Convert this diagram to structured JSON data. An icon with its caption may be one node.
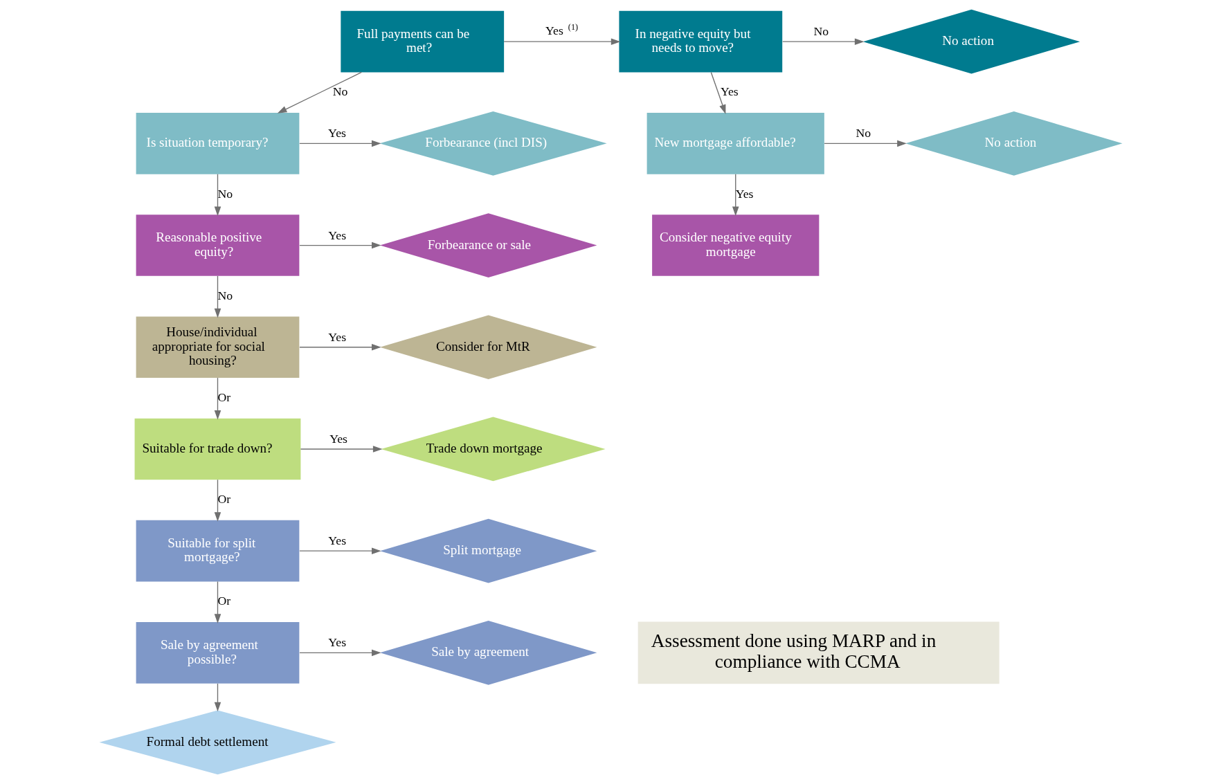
{
  "diagram": {
    "nodes": [
      {
        "text": [
          "Full payments can be met?"
        ]
      },
      {
        "text": [
          "In negative equity but needs to move?"
        ]
      },
      {
        "text": [
          "No action"
        ]
      },
      {
        "text": [
          "Is situation temporary?"
        ]
      },
      {
        "text": [
          "Forbearance (incl DIS)"
        ]
      },
      {
        "text": [
          "New mortgage affordable?"
        ]
      },
      {
        "text": [
          "No action"
        ]
      },
      {
        "text": [
          "Reasonable positive equity?"
        ]
      },
      {
        "text": [
          "Forbearance or sale"
        ]
      },
      {
        "text": [
          "Consider negative equity mortgage"
        ]
      },
      {
        "text": [
          "House/individual appropriate for social housing?"
        ]
      },
      {
        "text": [
          "Consider for MtR"
        ]
      },
      {
        "text": [
          "Suitable for trade down?"
        ]
      },
      {
        "text": [
          "Trade down mortgage"
        ]
      },
      {
        "text": [
          "Suitable for split mortgage?"
        ]
      },
      {
        "text": [
          "Split mortgage"
        ]
      },
      {
        "text": [
          "Sale by agreement possible?"
        ]
      },
      {
        "text": [
          "Sale by agreement"
        ]
      },
      {
        "text": [
          "Formal debt settlement"
        ]
      },
      {
        "text": [
          "Assessment done using MARP and in compliance with CCMA"
        ]
      }
    ],
    "edges": [
      {
        "from": 0,
        "to": 1,
        "arrow": "to",
        "label": "Yes$^{(1)}$"
      },
      {
        "from": 1,
        "to": 2,
        "arrow": "to",
        "label": "No"
      },
      {
        "from": 0,
        "to": 3,
        "arrow": "to",
        "label": "No"
      },
      {
        "from": 1,
        "to": 5,
        "arrow": "to",
        "label": "Yes"
      },
      {
        "from": 3,
        "to": 4,
        "arrow": "to",
        "label": "Yes"
      },
      {
        "from": 5,
        "to": 6,
        "arrow": "to",
        "label": "No"
      },
      {
        "from": 3,
        "to": 7,
        "arrow": "to",
        "label": "No"
      },
      {
        "from": 5,
        "to": 9,
        "arrow": "to",
        "label": "Yes"
      },
      {
        "from": 7,
        "to": 8,
        "arrow": "to",
        "label": "Yes"
      },
      {
        "from": 7,
        "to": 10,
        "arrow": "to",
        "label": "No"
      },
      {
        "from": 10,
        "to": 11,
        "arrow": "to",
        "label": "Yes"
      },
      {
        "from": 10,
        "to": 12,
        "arrow": "to",
        "label": "Or"
      },
      {
        "from": 12,
        "to": 13,
        "arrow": "to",
        "label": "Yes"
      },
      {
        "from": 12,
        "to": 14,
        "arrow": "to",
        "label": "Or"
      },
      {
        "from": 14,
        "to": 15,
        "arrow": "to",
        "label": "Yes"
      },
      {
        "from": 14,
        "to": 16,
        "arrow": "to",
        "label": "Or"
      },
      {
        "from": 16,
        "to": 17,
        "arrow": "to",
        "label": "Yes"
      },
      {
        "from": 16,
        "to": 18,
        "arrow": "to"
      }
    ]
  }
}
